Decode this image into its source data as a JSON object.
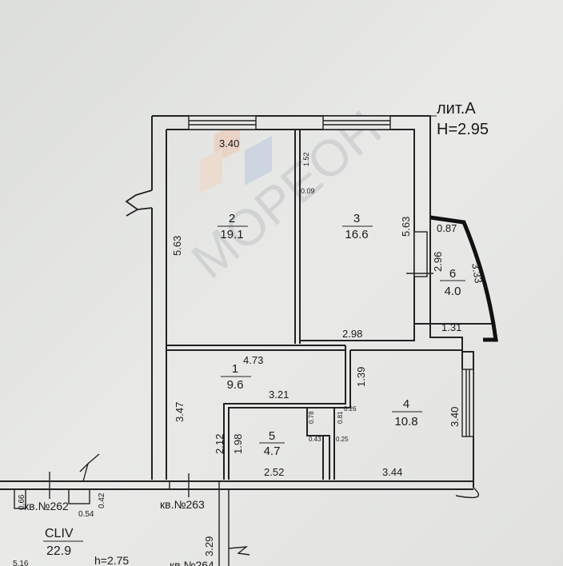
{
  "header": {
    "liter": "лит.А",
    "height": "H=2.95"
  },
  "watermark": {
    "brand": "МОРЕОН"
  },
  "rooms": [
    {
      "number": "2",
      "area": "19.1"
    },
    {
      "number": "3",
      "area": "16.6"
    },
    {
      "number": "1",
      "area": "9.6"
    },
    {
      "number": "4",
      "area": "10.8"
    },
    {
      "number": "5",
      "area": "4.7"
    },
    {
      "number": "6",
      "area": "4.0"
    }
  ],
  "dimensions": {
    "r2_top": "3.40",
    "r2_left": "5.63",
    "r3_left_a": "1.52",
    "r3_left_b": "0.09",
    "r3_right": "5.63",
    "r3_bottom": "2.98",
    "r6_top": "0.87",
    "r6_left": "2.96",
    "r6_right": "3.33",
    "r6_bottom": "1.31",
    "r1_top": "4.73",
    "r1_left": "3.47",
    "r1_mid": "3.21",
    "r1_corr": "1.39",
    "r5_left_a": "2.12",
    "r5_left_b": "1.98",
    "r5_bottom": "2.52",
    "c1": "0.78",
    "c2": "0.81",
    "c3": "0.26",
    "c4": "0.43",
    "c5": "0.25",
    "r4_right": "3.40",
    "r4_bottom": "3.44",
    "b1": "0.66",
    "b2": "0.54",
    "b3": "0.42",
    "b4": "3.29",
    "b5": "5.16"
  },
  "neighbors": {
    "apt262": "кв.№262",
    "apt263": "кв.№263",
    "apt264": "кв.№264",
    "clv": "CLIV",
    "clv_area": "22.9",
    "clv_h": "h=2.75"
  }
}
